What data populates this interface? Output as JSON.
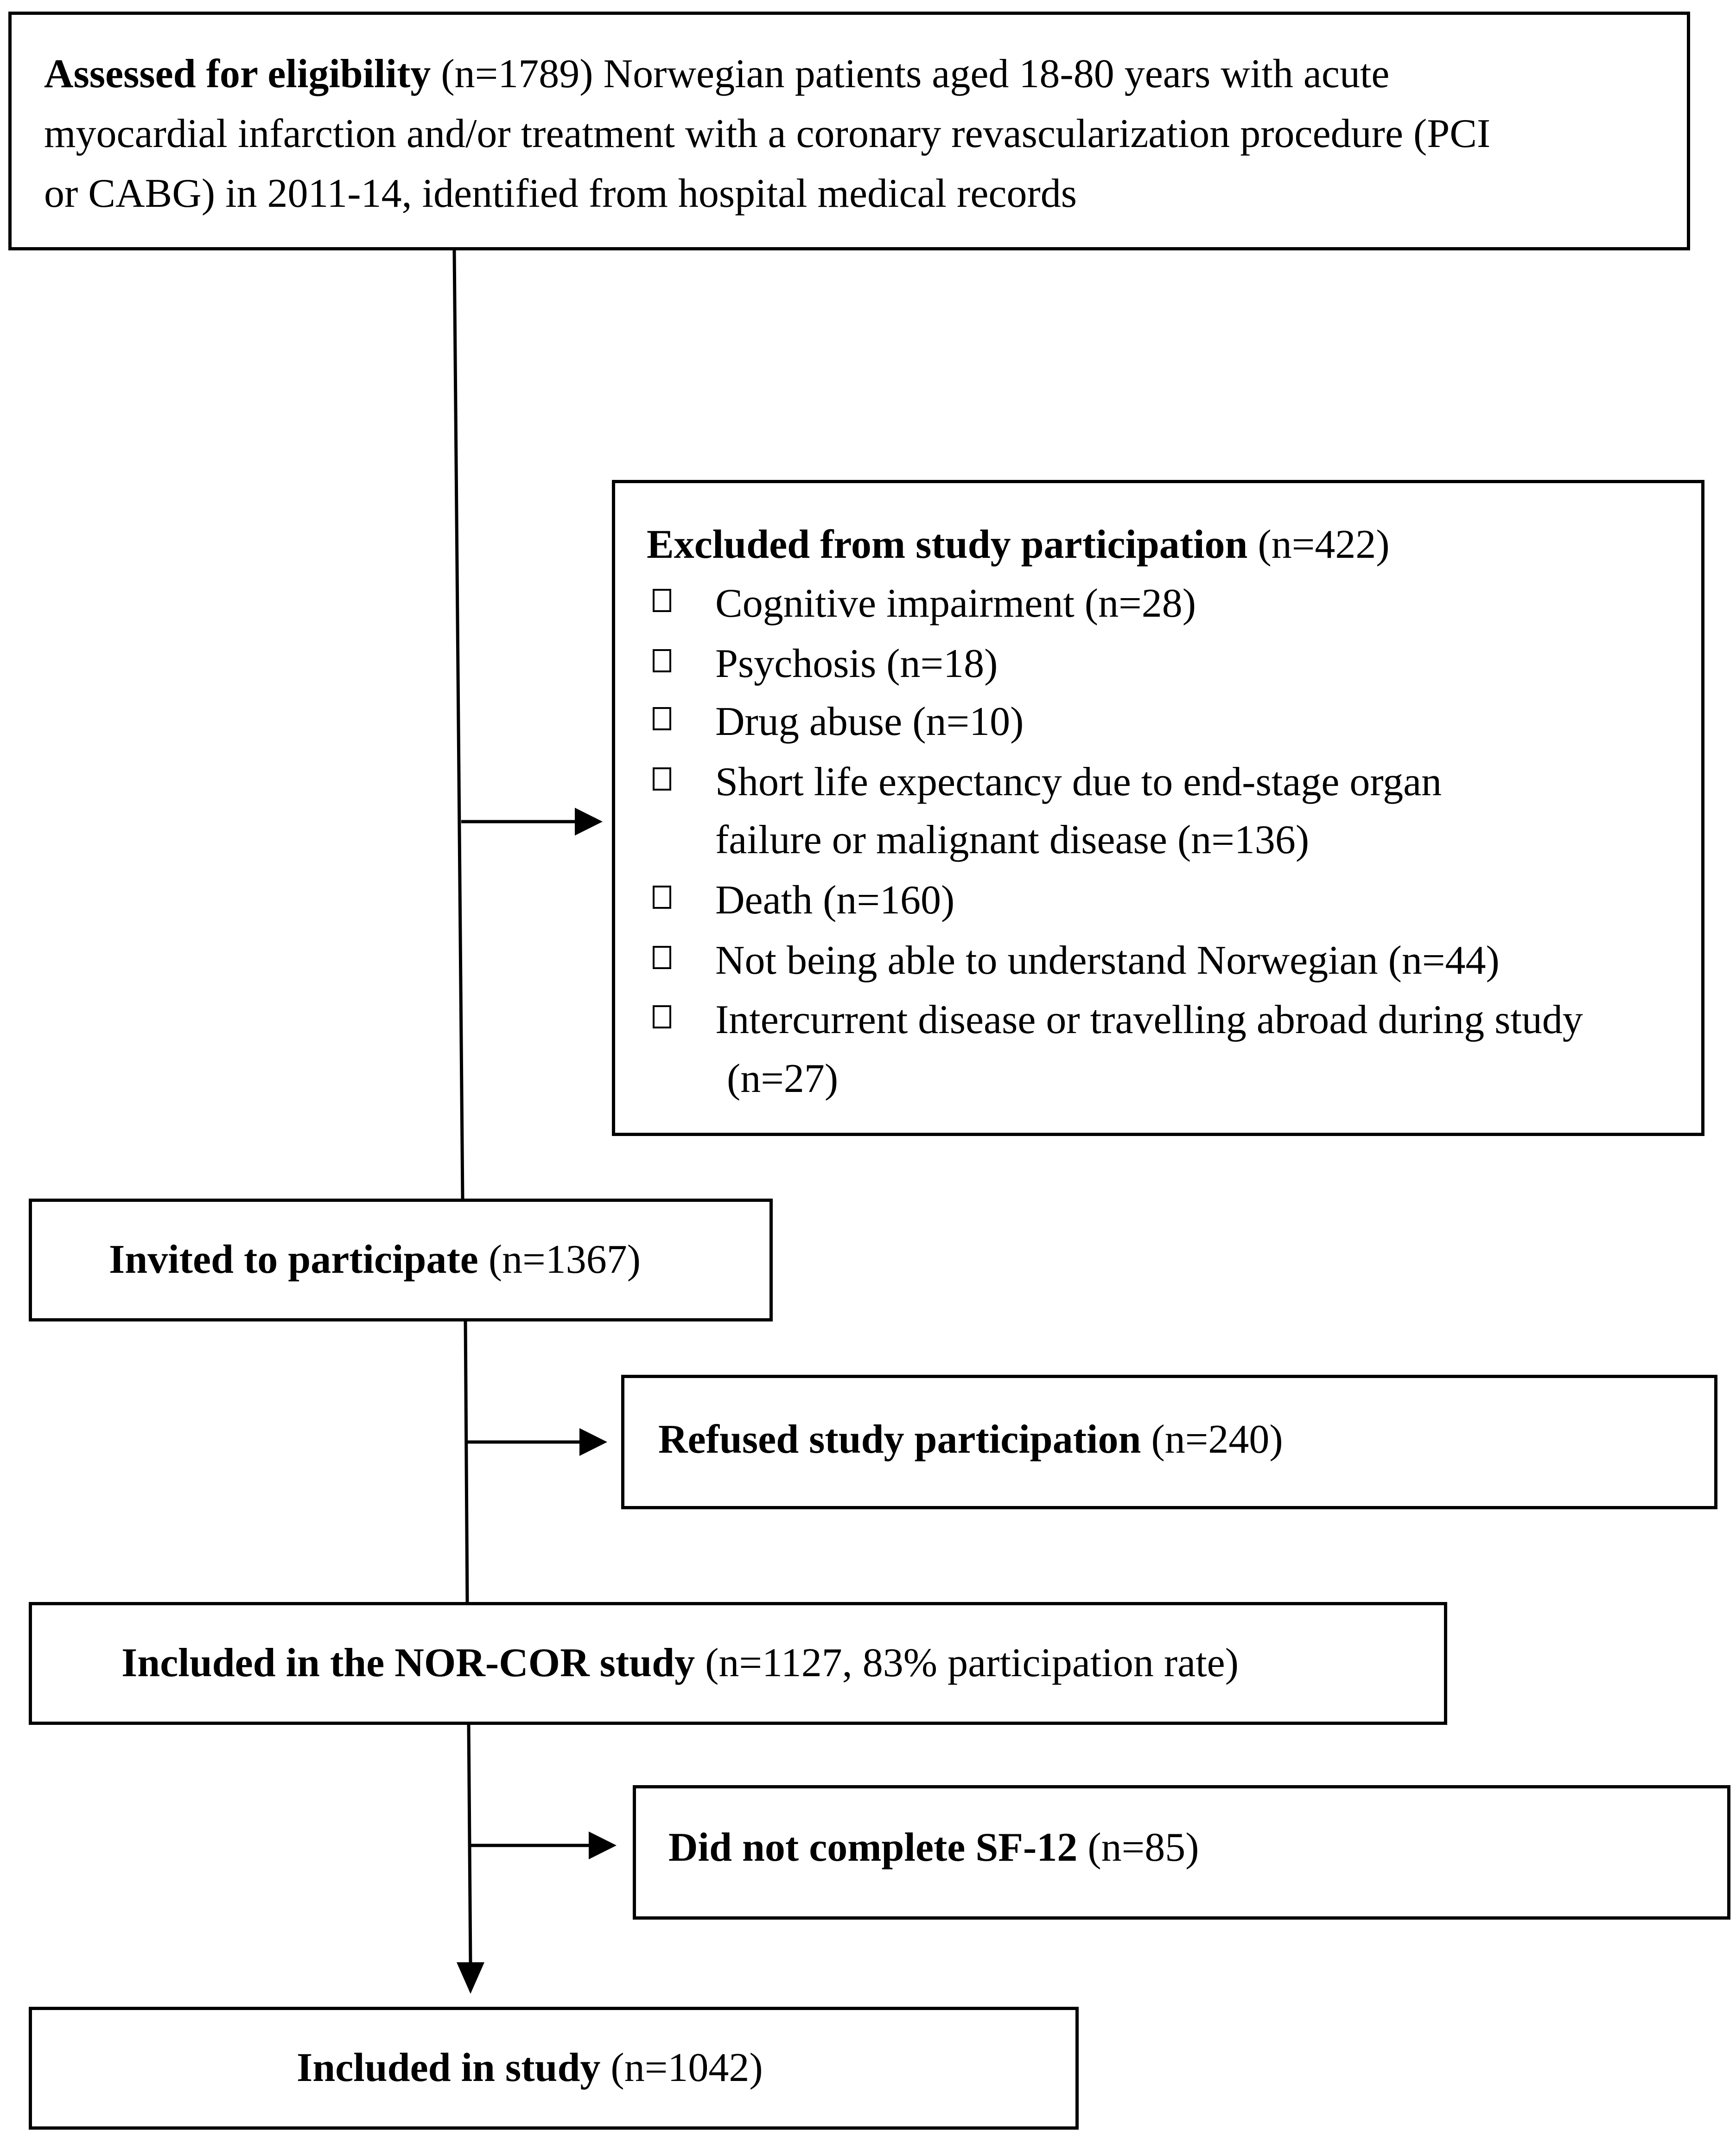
{
  "boxes": {
    "assessed": {
      "label": "Assessed for eligibility",
      "count": "(n=1789)",
      "description_line1": "Norwegian patients aged 18-80 years with acute",
      "description_line2": "myocardial infarction and/or treatment with a coronary revascularization procedure (PCI",
      "description_line3": "or CABG) in 2011-14, identified from hospital medical records"
    },
    "excluded": {
      "label": "Excluded from study participation",
      "count": "(n=422)",
      "items": [
        {
          "line1": "Cognitive impairment (n=28)"
        },
        {
          "line1": "Psychosis (n=18)"
        },
        {
          "line1": "Drug abuse (n=10)"
        },
        {
          "line1": "Short life expectancy due to end-stage organ",
          "line2": "failure or malignant disease (n=136)"
        },
        {
          "line1": "Death (n=160)"
        },
        {
          "line1": "Not being able to understand Norwegian (n=44)"
        },
        {
          "line1": "Intercurrent disease or travelling abroad during study",
          "line2": "(n=27)"
        }
      ]
    },
    "invited": {
      "label": "Invited to participate",
      "count": "(n=1367)"
    },
    "refused": {
      "label": "Refused study participation",
      "count": "(n=240)"
    },
    "included_norcor": {
      "label": "Included in the NOR-COR study",
      "count": "(n=1127, 83% participation rate)"
    },
    "did_not_complete": {
      "label": "Did not complete SF-12",
      "count": "(n=85)"
    },
    "included_study": {
      "label": "Included in study",
      "count": "(n=1042)"
    }
  }
}
